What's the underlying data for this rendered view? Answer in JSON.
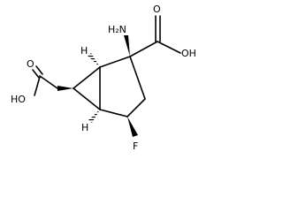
{
  "labels": {
    "amino": "H₂N",
    "acid_right": "OH",
    "acid_left": "HO",
    "oxygen_right": "O",
    "oxygen_left": "O",
    "fluorine": "F",
    "h_top": "H",
    "h_bottom": "H"
  }
}
